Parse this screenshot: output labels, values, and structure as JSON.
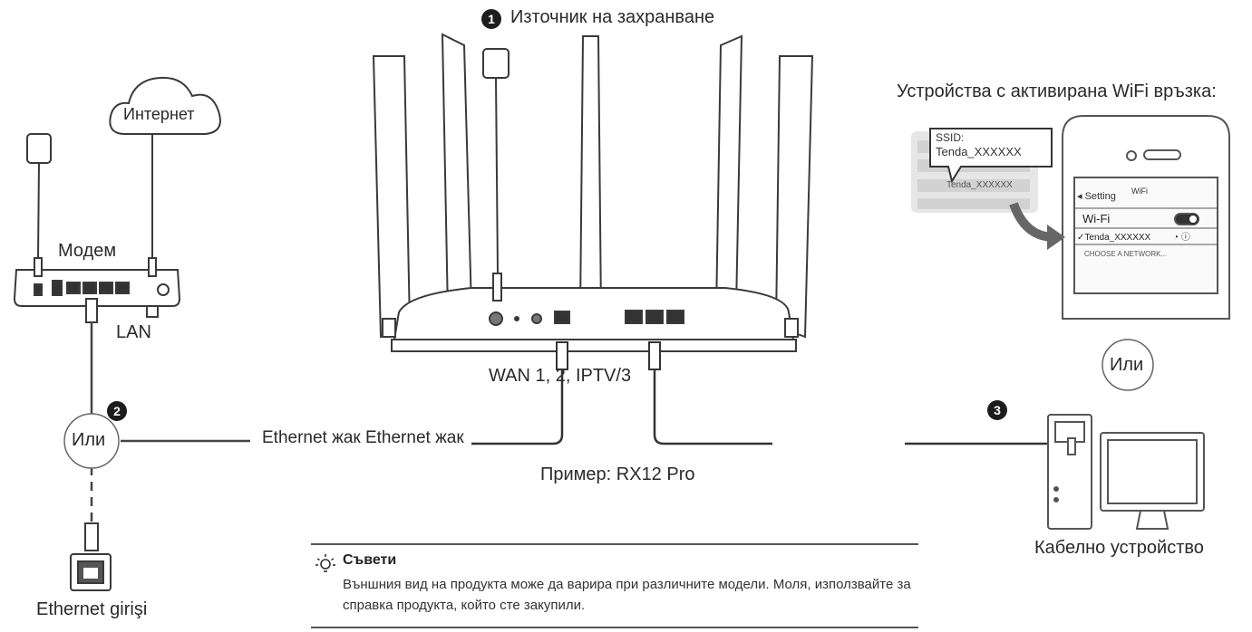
{
  "power_source": {
    "step": "1",
    "label": "Източник на захранване"
  },
  "wifi_devices": {
    "label": "Устройства с активирана WiFi връзка:"
  },
  "ssid_bubble": {
    "line1": "SSID:",
    "line2": "Tenda_XXXXXX"
  },
  "label_card": {
    "ssid": "Tenda_XXXXXX"
  },
  "phone": {
    "setting_back": "Setting",
    "header_title": "WiFi",
    "wifi_label": "Wi-Fi",
    "network_name": "Tenda_XXXXXX",
    "other_label": "CHOOSE A NETWORK..."
  },
  "internet": {
    "label": "Интернет"
  },
  "modem": {
    "label": "Модем",
    "lan_label": "LAN"
  },
  "wan_label": "WAN 1, 2, IPTV/3",
  "or_label": "Или",
  "or_label_right": "Или",
  "step2": "2",
  "step3": "3",
  "ethernet_jack": "Ethernet жак Ethernet жак",
  "example": "Пример: RX12 Pro",
  "wired_device": "Кабелно устройство",
  "ethernet_port": "Ethernet girişi",
  "tips": {
    "title": "Съвети",
    "text": "Външния вид на продукта може да варира при различните модели. Моля, използвайте за справка продукта, който сте закупили."
  },
  "colors": {
    "line": "#555555",
    "dark": "#1c1c1c",
    "accent": "#3a3a3a"
  }
}
